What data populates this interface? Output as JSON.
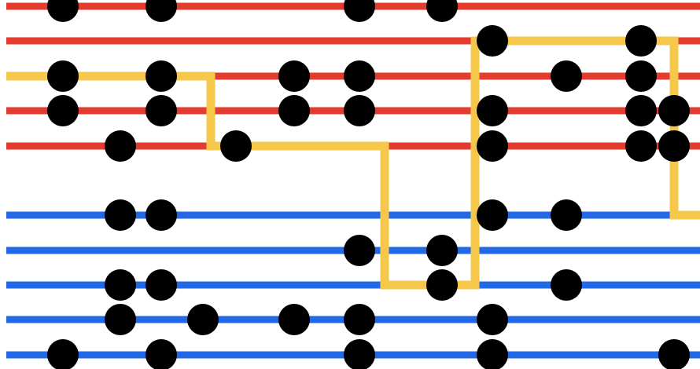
{
  "colors": {
    "background": "#ffffff",
    "red_line": "#e33b2e",
    "blue_line": "#2369e6",
    "path": "#f5c84b",
    "dot": "#000000"
  },
  "red_lines": [
    {
      "id": "r0",
      "dots": [
        80,
        205,
        457,
        562
      ]
    },
    {
      "id": "r1",
      "dots": [
        626,
        815
      ]
    },
    {
      "id": "r2",
      "dots": [
        80,
        205,
        374,
        457,
        720,
        815
      ]
    },
    {
      "id": "r3",
      "dots": [
        80,
        205,
        374,
        457,
        626,
        815,
        857
      ]
    },
    {
      "id": "r4",
      "dots": [
        153,
        300,
        626,
        815,
        857
      ]
    }
  ],
  "blue_lines": [
    {
      "id": "b0",
      "dots": [
        153,
        205,
        626,
        720
      ]
    },
    {
      "id": "b1",
      "dots": [
        457,
        562
      ]
    },
    {
      "id": "b2",
      "dots": [
        153,
        205,
        562,
        720
      ]
    },
    {
      "id": "b3",
      "dots": [
        153,
        258,
        374,
        457,
        626
      ]
    },
    {
      "id": "b4",
      "dots": [
        80,
        205,
        457,
        626,
        857
      ]
    }
  ],
  "path_lines": [
    "r2",
    "r4",
    "b2",
    "r1",
    "b0"
  ]
}
